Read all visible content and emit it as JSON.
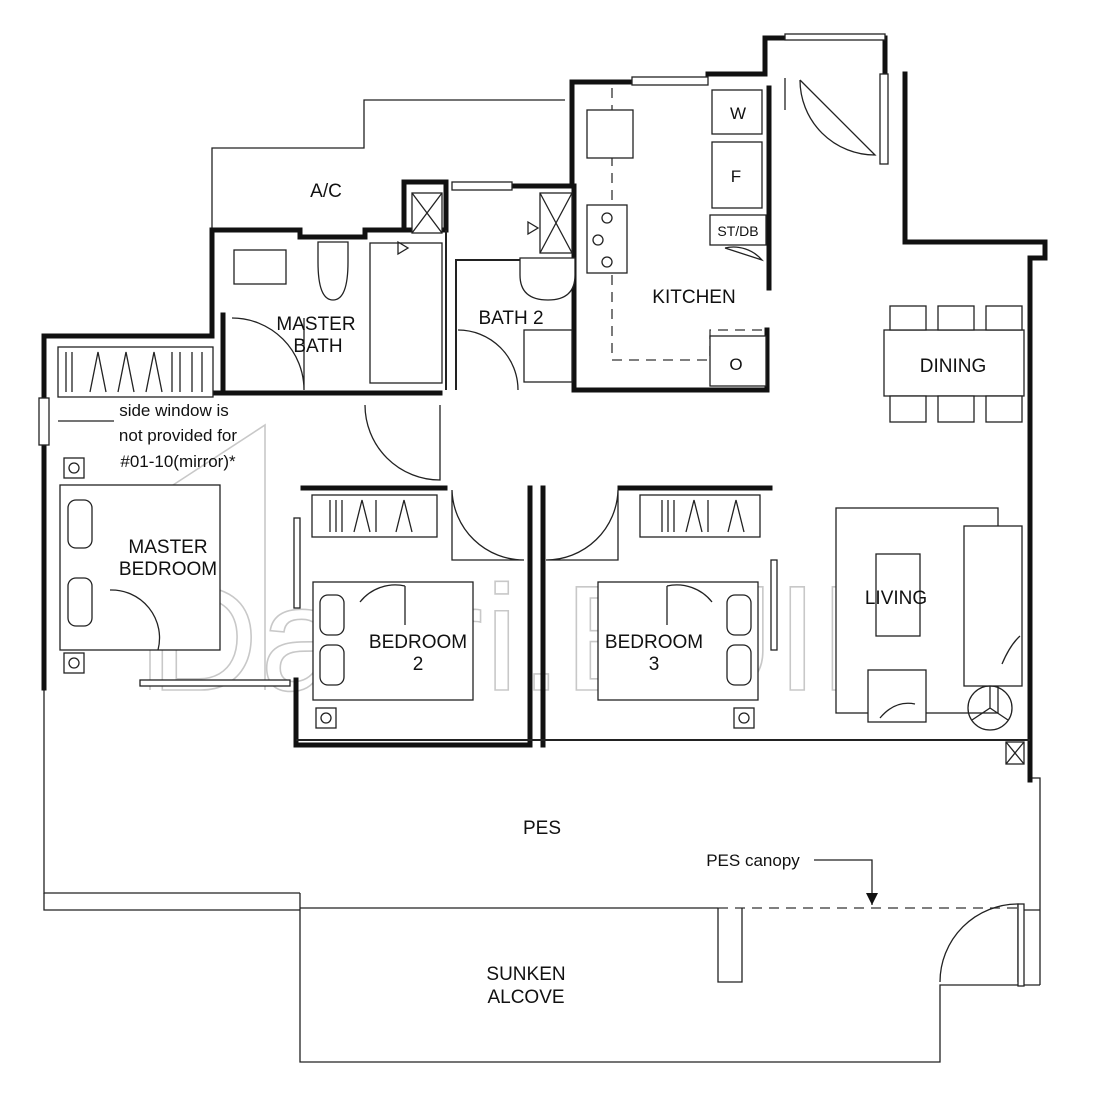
{
  "rooms": {
    "ac": "A/C",
    "master_bath_l1": "MASTER",
    "master_bath_l2": "BATH",
    "bath2": "BATH 2",
    "kitchen": "KITCHEN",
    "dining": "DINING",
    "master_bedroom_l1": "MASTER",
    "master_bedroom_l2": "BEDROOM",
    "bedroom2_l1": "BEDROOM",
    "bedroom2_l2": "2",
    "bedroom3_l1": "BEDROOM",
    "bedroom3_l2": "3",
    "living": "LIVING",
    "pes": "PES",
    "sunken_l1": "SUNKEN",
    "sunken_l2": "ALCOVE"
  },
  "appliances": {
    "washer": "W",
    "fridge": "F",
    "store": "ST/DB",
    "oven": "O"
  },
  "annotations": {
    "side_window_l1": "side window is",
    "side_window_l2": "not provided for",
    "side_window_l3": "#01-10(mirror)*",
    "pes_canopy": "PES canopy"
  },
  "watermark": "Dattri.BUILD"
}
